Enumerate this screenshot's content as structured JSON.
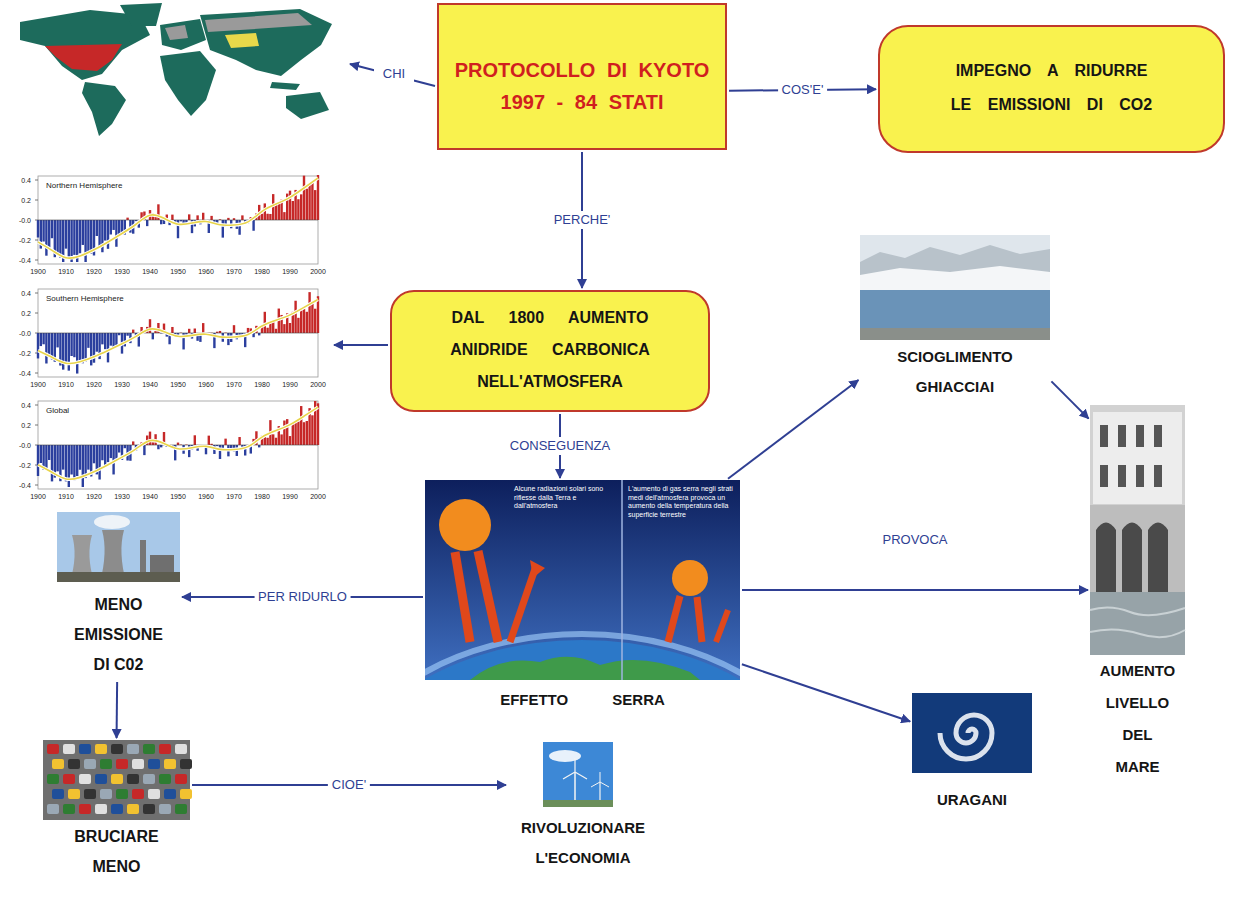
{
  "diagram": {
    "nodes": [
      {
        "text": [
          "PROTOCOLLO DI KYOTO 1997 - 84 STATI"
        ]
      },
      {
        "text": [
          "IMPEGNO A RIDURRE LE EMISSIONI DI CO2"
        ]
      },
      {
        "text": [
          "Northern Hemisphere",
          "Southern Hemisphere",
          "Global"
        ]
      },
      {
        "text": [
          "DAL 1800 AUMENTO ANIDRIDE CARBONICA NELL'ATMOSFERA"
        ]
      },
      {
        "text": [
          "SCIOGLIMENTO GHIACCIAI"
        ]
      },
      {
        "text": [
          "AUMENTO LIVELLO DEL MARE"
        ]
      },
      {
        "text": [
          "MENO EMISSIONE DI C02"
        ]
      },
      {
        "text": [
          "EFFETTO SERRA"
        ]
      },
      {
        "text": [
          "URAGANI"
        ]
      },
      {
        "text": [
          "BRUCIARE MENO"
        ]
      },
      {
        "text": [
          "RIVOLUZIONARE L'ECONOMIA"
        ]
      }
    ],
    "edges": [
      {
        "from": 0,
        "to": 1,
        "label": "COS'E'",
        "arrow": "to"
      },
      {
        "from": 0,
        "to": 3,
        "label": "PERCHE'",
        "arrow": "to"
      },
      {
        "from": 3,
        "to": 2,
        "arrow": "to"
      },
      {
        "from": 3,
        "to": 7,
        "label": "CONSEGUENZA",
        "arrow": "to"
      },
      {
        "from": 7,
        "to": 6,
        "label": "PER RIDURLO",
        "arrow": "to"
      },
      {
        "from": 6,
        "to": 9,
        "arrow": "to"
      },
      {
        "from": 9,
        "to": 10,
        "label": "CIOE'",
        "arrow": "to"
      },
      {
        "from": 7,
        "to": 4,
        "arrow": "to"
      },
      {
        "from": 4,
        "to": 5,
        "arrow": "to"
      },
      {
        "from": 7,
        "to": 5,
        "label": "PROVOCA",
        "arrow": "to"
      },
      {
        "from": 7,
        "to": 8,
        "arrow": "to"
      }
    ],
    "labels": [
      "CHI",
      "Alcune radiazioni solari sono riflesse dalla Terra e dall'atmosfera",
      "L'aumento di gas serra negli strati medi dell'atmosfera provoca un aumento della temperatura della superficie terrestre",
      "0.4",
      "0.2",
      "-0.0",
      "-0.2",
      "-0.4",
      "1900",
      "1910",
      "1920",
      "1930",
      "1940",
      "1950",
      "1960",
      "1970",
      "1980",
      "1990",
      "2000",
      "0.4",
      "0.2",
      "-0.0",
      "-0.2",
      "-0.4",
      "1900",
      "1910",
      "1920",
      "1930",
      "1940",
      "1950",
      "1960",
      "1970",
      "1980",
      "1990",
      "2000",
      "0.4",
      "0.2",
      "-0.0",
      "-0.2",
      "-0.4",
      "1900",
      "1910",
      "1920",
      "1930",
      "1940",
      "1950",
      "1960",
      "1970",
      "1980",
      "1990",
      "2000"
    ]
  }
}
